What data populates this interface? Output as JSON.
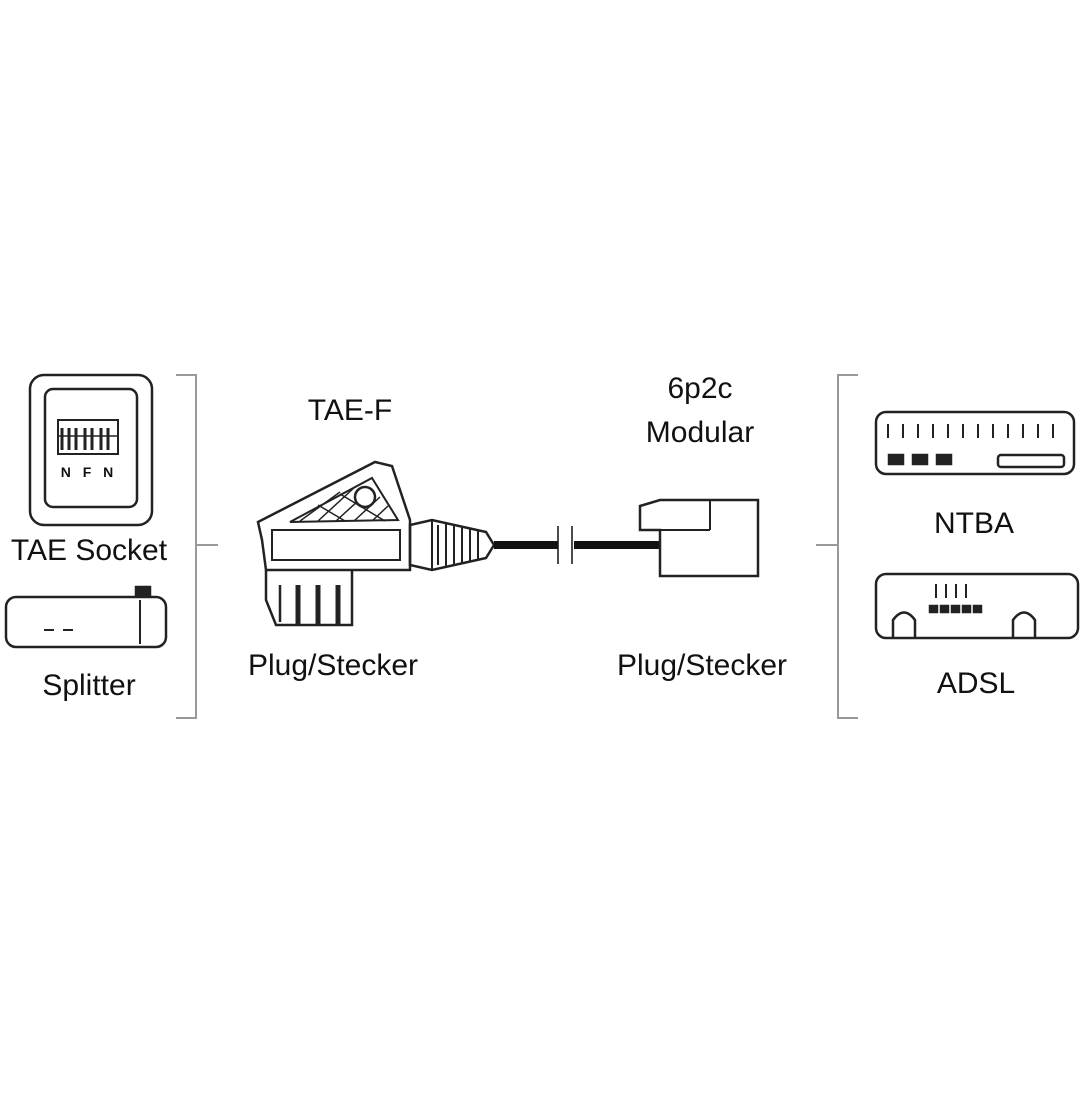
{
  "left_group": {
    "socket_label": "TAE Socket",
    "socket_face_text": "N F N",
    "splitter_label": "Splitter"
  },
  "cable": {
    "tae_plug_title": "TAE-F",
    "tae_plug_caption": "Plug/Stecker",
    "modular_title_line1": "6p2c",
    "modular_title_line2": "Modular",
    "modular_caption": "Plug/Stecker"
  },
  "right_group": {
    "ntba_label": "NTBA",
    "adsl_label": "ADSL"
  },
  "colors": {
    "line": "#222222",
    "bracket": "#999999",
    "background": "#ffffff"
  }
}
